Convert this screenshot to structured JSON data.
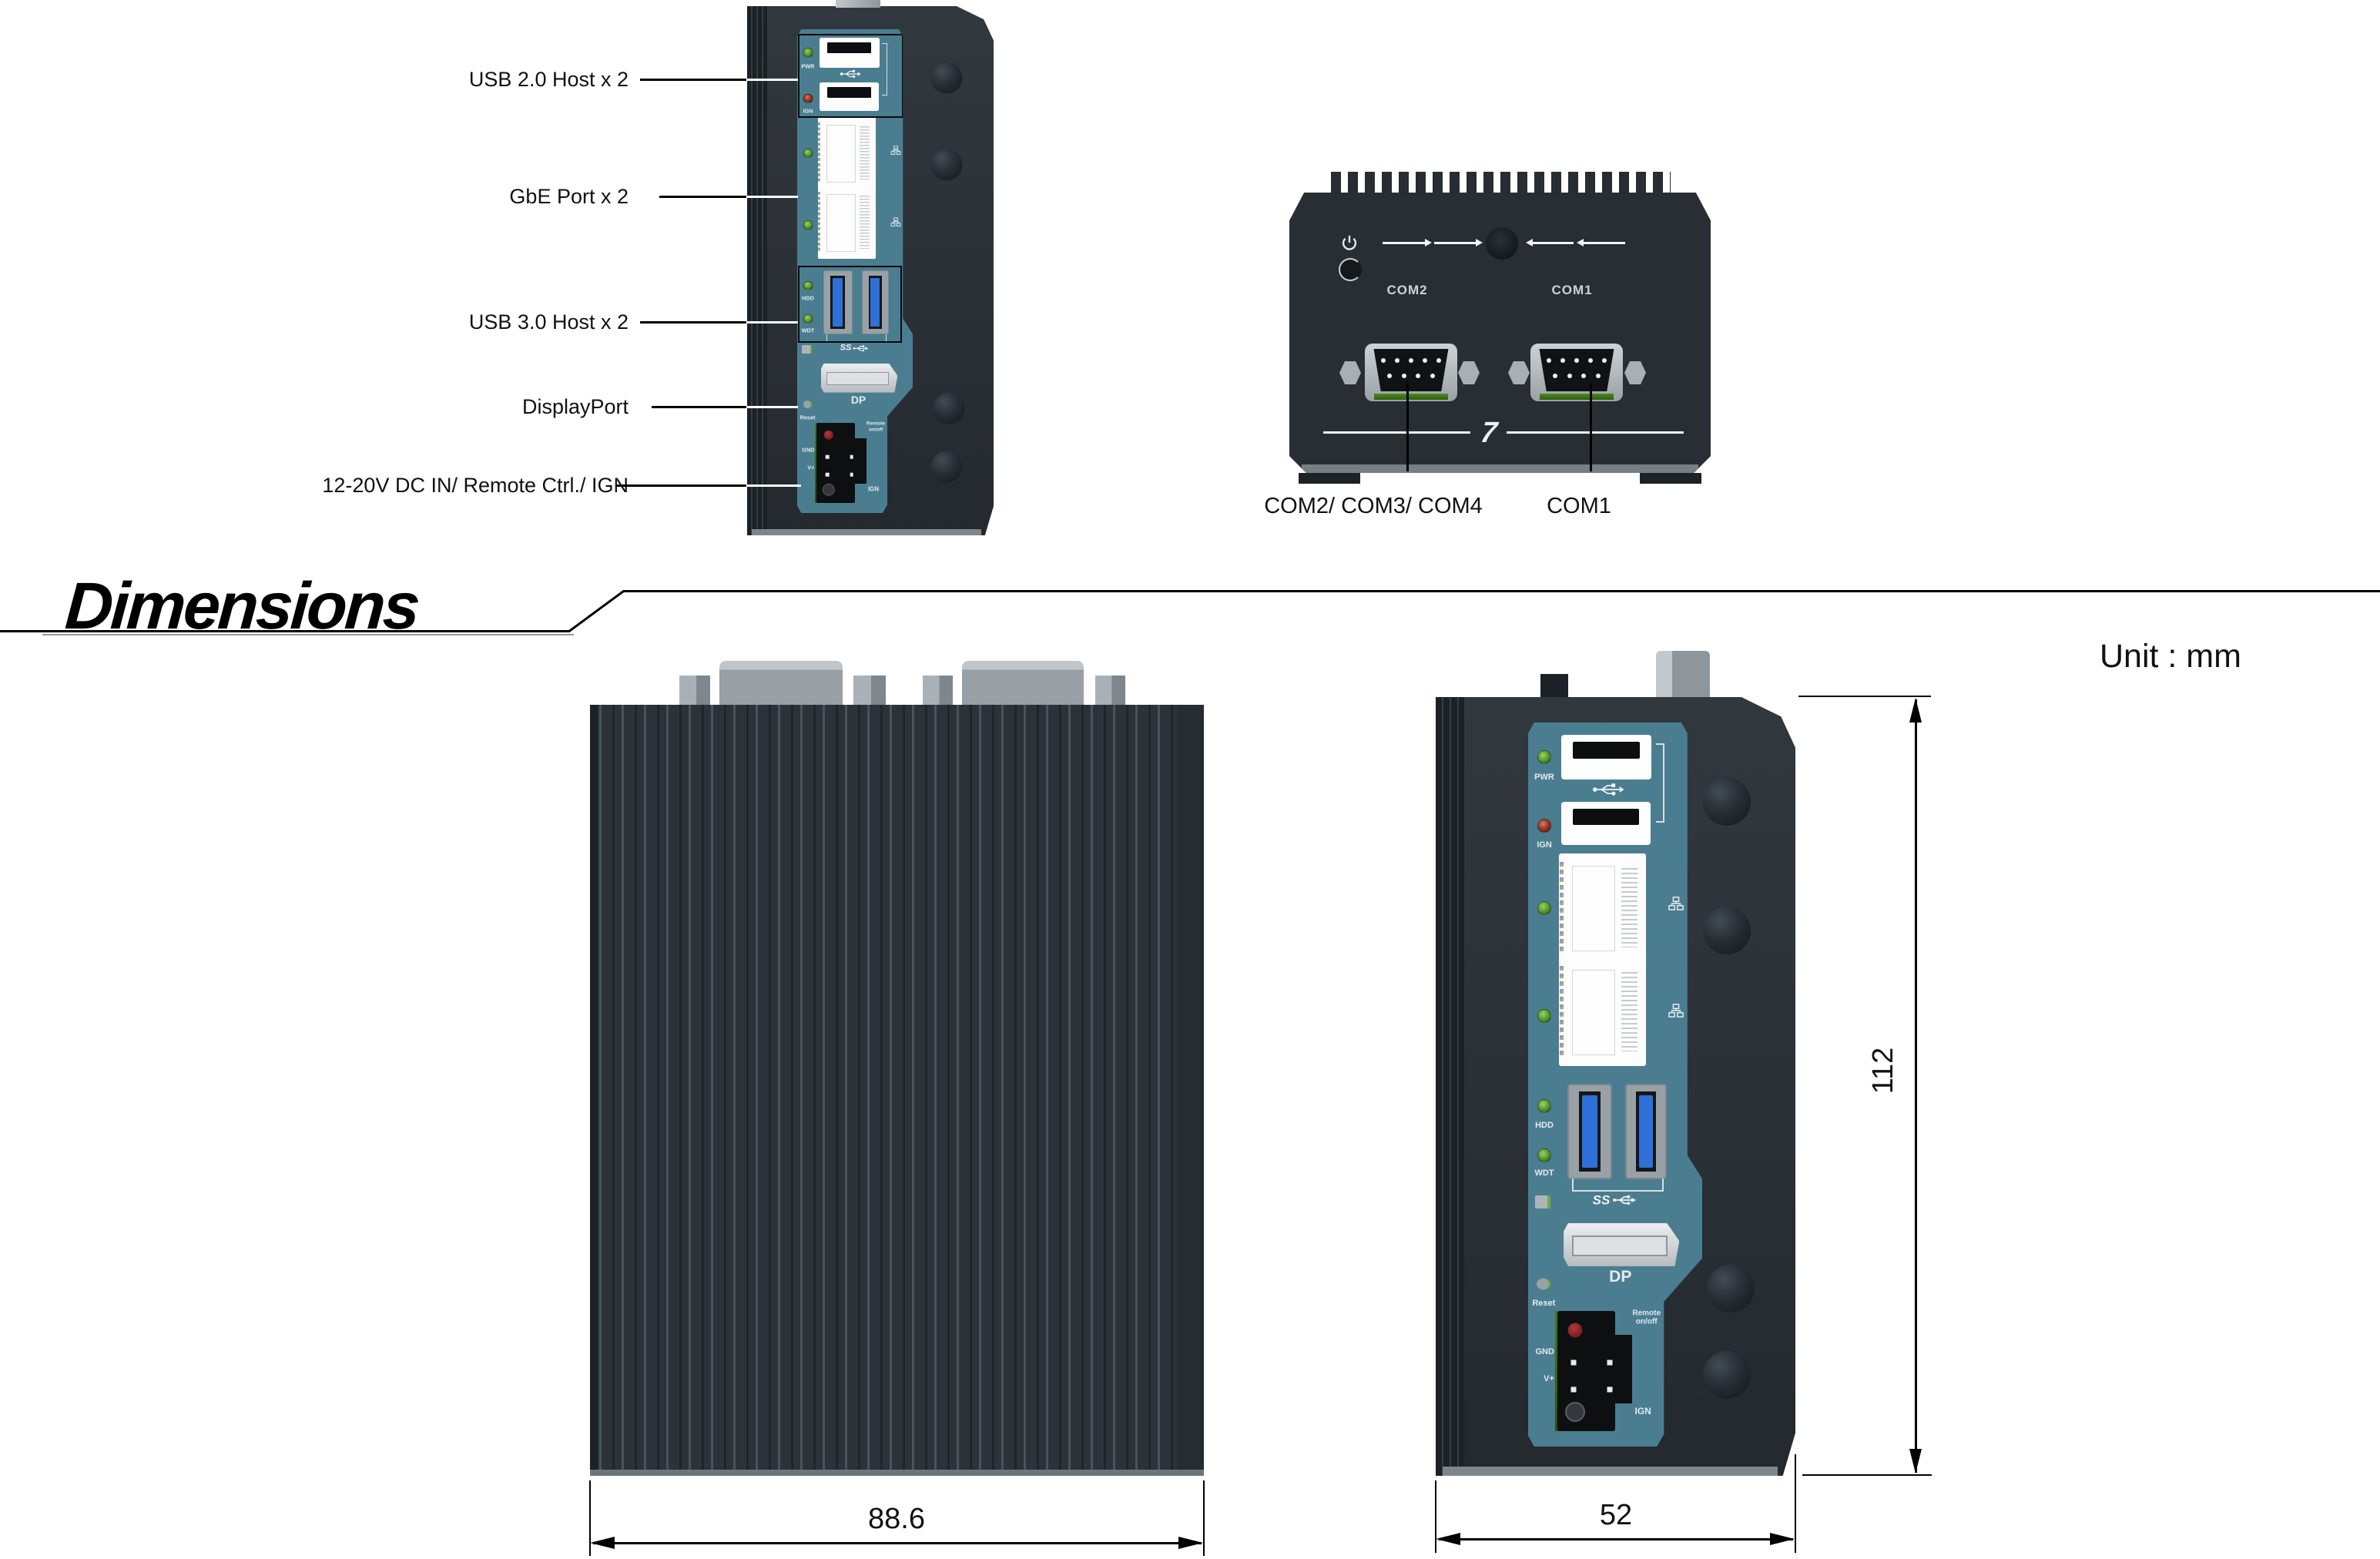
{
  "section": {
    "title": "Dimensions",
    "unit": "Unit : mm"
  },
  "front_callouts": [
    {
      "label": "USB 2.0 Host x 2"
    },
    {
      "label": "GbE Port x 2"
    },
    {
      "label": "USB 3.0 Host x 2"
    },
    {
      "label": "DisplayPort"
    },
    {
      "label": "12-20V DC IN/ Remote Ctrl./ IGN"
    }
  ],
  "top_callouts": [
    {
      "label": "COM2/ COM3/ COM4"
    },
    {
      "label": "COM1"
    }
  ],
  "top_view": {
    "com2": "COM2",
    "com1": "COM1",
    "logo": "7"
  },
  "panel": {
    "pwr": "PWR",
    "ign": "IGN",
    "hdd": "HDD",
    "wdt": "WDT",
    "reset": "Reset",
    "dp": "DP",
    "ss": "SS",
    "gnd": "GND",
    "vplus": "V+",
    "ign_term": "IGN",
    "remote_line1": "Remote",
    "remote_line2": "on/off"
  },
  "dims": {
    "side_width": "88.6",
    "front_width": "52",
    "height": "112"
  },
  "colors": {
    "panel_teal": "#4b7d91",
    "body_charcoal": "#2a3036",
    "led_green": "#5d9e33",
    "usb_blue": "#2f6fd8",
    "dsub_silver": "#b9bec2"
  }
}
